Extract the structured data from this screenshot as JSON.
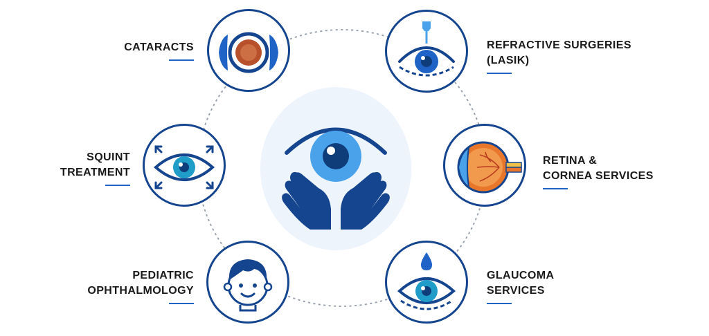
{
  "colors": {
    "navy": "#15458f",
    "blue": "#1f63c6",
    "light_blue": "#4aa3ea",
    "ring": "#9aa3ad",
    "center_bg": "#eef4fc",
    "cataract_lens": "#b8502c",
    "retina_orange": "#e8762b",
    "glaucoma_teal": "#1f9cc8"
  },
  "services": [
    {
      "id": "cataracts",
      "lines": [
        "CATARACTS"
      ],
      "icon": "cataract-eye-icon"
    },
    {
      "id": "refractive",
      "lines": [
        "REFRACTIVE SURGERIES",
        "(LASIK)"
      ],
      "icon": "laser-eye-icon"
    },
    {
      "id": "squint",
      "lines": [
        "SQUINT",
        "TREATMENT"
      ],
      "icon": "squint-eye-arrows-icon"
    },
    {
      "id": "retina",
      "lines": [
        "RETINA &",
        "CORNEA SERVICES"
      ],
      "icon": "retina-cross-section-icon"
    },
    {
      "id": "pediatric",
      "lines": [
        "PEDIATRIC",
        "OPHTHALMOLOGY"
      ],
      "icon": "child-face-icon"
    },
    {
      "id": "glaucoma",
      "lines": [
        "GLAUCOMA",
        "SERVICES"
      ],
      "icon": "eye-drop-icon"
    }
  ],
  "center": {
    "icon": "eye-in-hands-icon"
  }
}
